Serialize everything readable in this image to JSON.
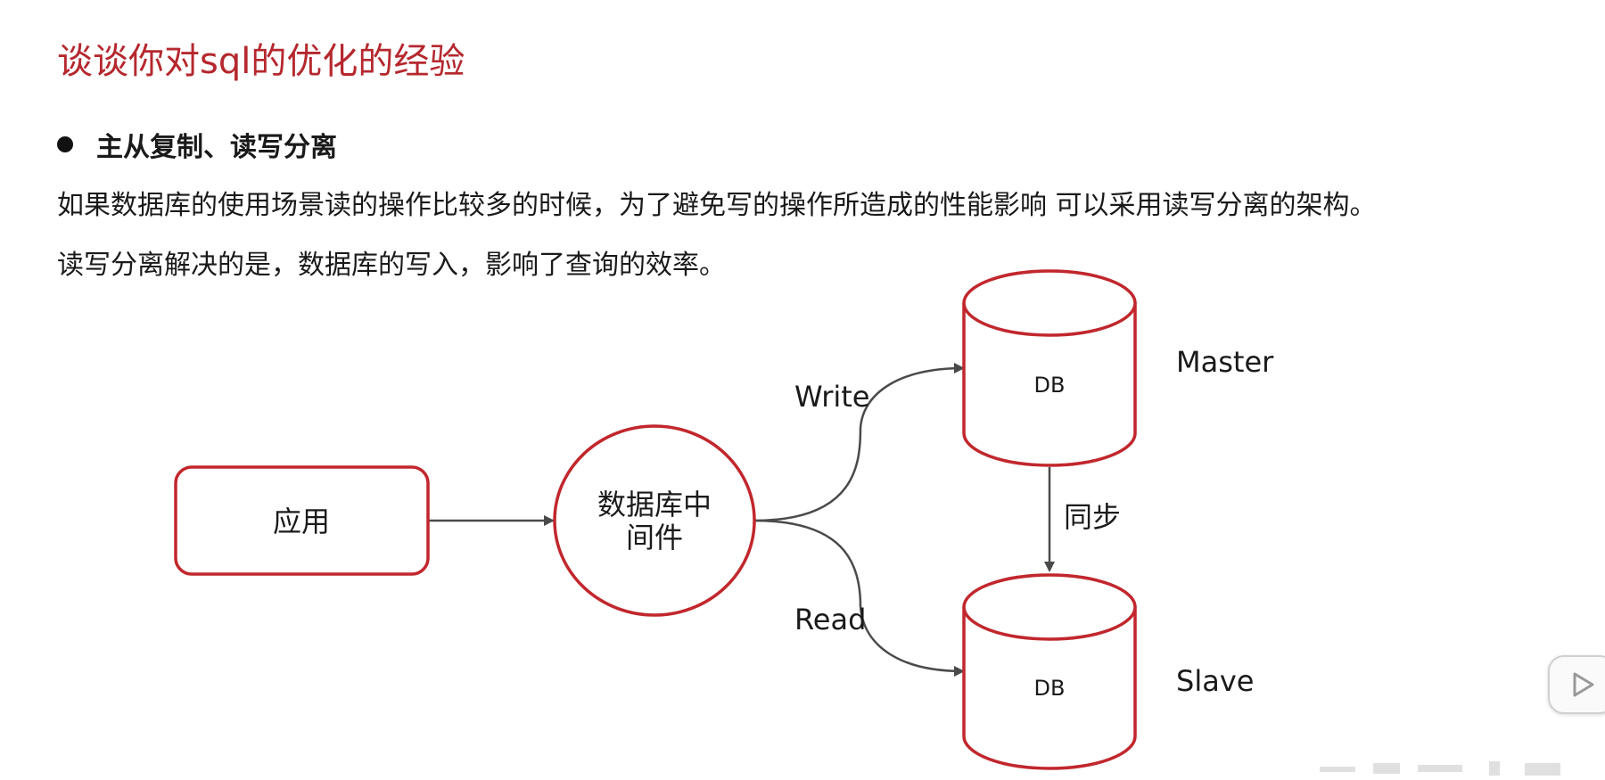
{
  "title": "谈谈你对sql的优化的经验",
  "bullet": "主从复制、读写分离",
  "paragraphs": [
    "如果数据库的使用场景读的操作比较多的时候，为了避免写的操作所造成的性能影响 可以采用读写分离的架构。",
    "读写分离解决的是，数据库的写入，影响了查询的效率。"
  ],
  "diagram": {
    "app": "应用",
    "middleware_line1": "数据库中",
    "middleware_line2": "间件",
    "write_label": "Write",
    "read_label": "Read",
    "master_db": "DB",
    "slave_db": "DB",
    "master_label": "Master",
    "slave_label": "Slave",
    "sync_label": "同步"
  },
  "colors": {
    "accent": "#c1272d",
    "title": "#b5282e",
    "edge": "#4a4a4a"
  },
  "icons": {
    "bullet": "bullet-dot-icon",
    "player": "play-icon"
  }
}
